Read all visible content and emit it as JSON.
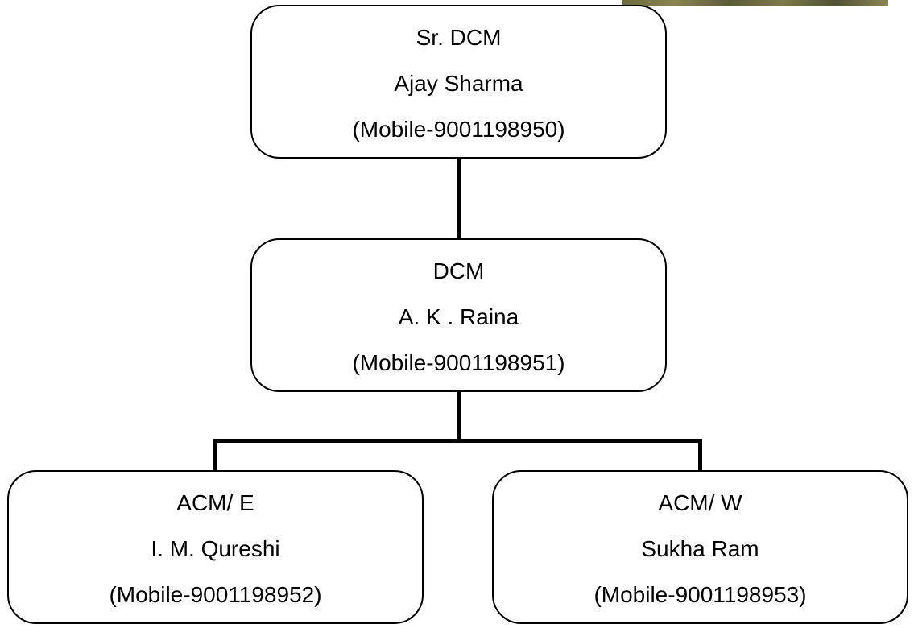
{
  "nodes": {
    "sr_dcm": {
      "designation": "Sr. DCM",
      "name": "Ajay Sharma",
      "mobile": "(Mobile-9001198950)"
    },
    "dcm": {
      "designation": "DCM",
      "name": "A. K . Raina",
      "mobile": "(Mobile-9001198951)"
    },
    "acm_e": {
      "designation": "ACM/ E",
      "name": "I. M. Qureshi",
      "mobile": "(Mobile-9001198952)"
    },
    "acm_w": {
      "designation": "ACM/ W",
      "name": "Sukha Ram",
      "mobile": "(Mobile-9001198953)"
    }
  },
  "colors": {
    "line": "#000000",
    "background": "#ffffff"
  }
}
